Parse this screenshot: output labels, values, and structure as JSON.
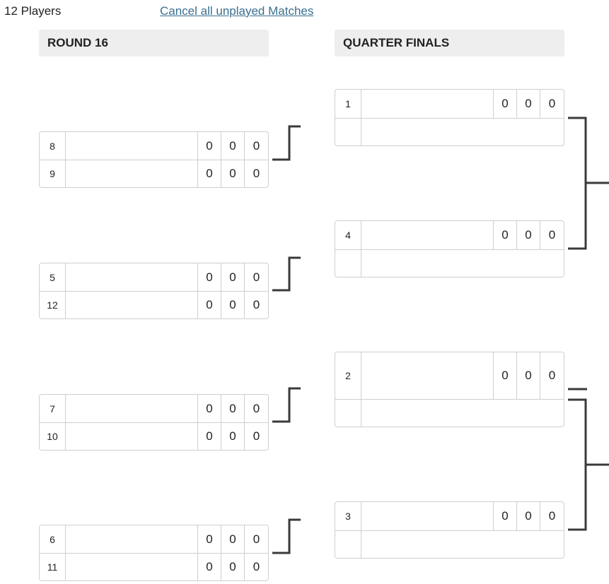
{
  "header": {
    "player_count": "12 Players",
    "cancel_link": "Cancel all unplayed Matches"
  },
  "rounds": {
    "round16": {
      "title": "ROUND 16"
    },
    "quarterfinals": {
      "title": "QUARTER FINALS"
    }
  },
  "round16_matches": [
    {
      "p1": {
        "seed": "8",
        "scores": [
          "0",
          "0",
          "0"
        ]
      },
      "p2": {
        "seed": "9",
        "scores": [
          "0",
          "0",
          "0"
        ]
      }
    },
    {
      "p1": {
        "seed": "5",
        "scores": [
          "0",
          "0",
          "0"
        ]
      },
      "p2": {
        "seed": "12",
        "scores": [
          "0",
          "0",
          "0"
        ]
      }
    },
    {
      "p1": {
        "seed": "7",
        "scores": [
          "0",
          "0",
          "0"
        ]
      },
      "p2": {
        "seed": "10",
        "scores": [
          "0",
          "0",
          "0"
        ]
      }
    },
    {
      "p1": {
        "seed": "6",
        "scores": [
          "0",
          "0",
          "0"
        ]
      },
      "p2": {
        "seed": "11",
        "scores": [
          "0",
          "0",
          "0"
        ]
      }
    }
  ],
  "quarterfinal_matches": [
    {
      "p1": {
        "seed": "1",
        "scores": [
          "0",
          "0",
          "0"
        ]
      },
      "p2": {
        "seed": "",
        "scores": []
      }
    },
    {
      "p1": {
        "seed": "4",
        "scores": [
          "0",
          "0",
          "0"
        ]
      },
      "p2": {
        "seed": "",
        "scores": []
      }
    },
    {
      "p1": {
        "seed": "2",
        "scores": [
          "0",
          "0",
          "0"
        ]
      },
      "p2": {
        "seed": "",
        "scores": []
      }
    },
    {
      "p1": {
        "seed": "3",
        "scores": [
          "0",
          "0",
          "0"
        ]
      },
      "p2": {
        "seed": "",
        "scores": []
      }
    }
  ]
}
